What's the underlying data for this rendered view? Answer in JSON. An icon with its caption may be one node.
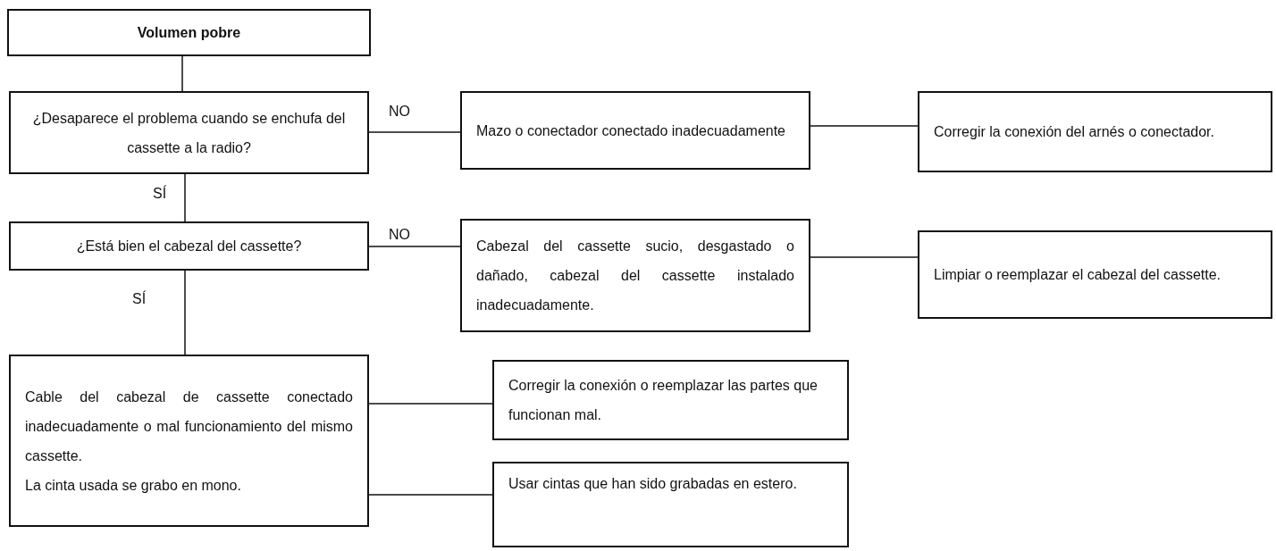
{
  "diagram": {
    "nodes": [
      {
        "text": [
          "Volumen pobre"
        ]
      },
      {
        "text": [
          "¿Desaparece el problema cuando se enchufa del cassette a la radio?"
        ]
      },
      {
        "text": [
          "Mazo o conectador conectado inadecuadamente"
        ]
      },
      {
        "text": [
          "Corregir la conexión del arnés o conectador."
        ]
      },
      {
        "text": [
          "¿Está bien el cabezal del cassette?"
        ]
      },
      {
        "text": [
          "Cabezal del cassette sucio, desgastado o dañado, cabezal del cassette instalado inadecuadamente."
        ]
      },
      {
        "text": [
          "Limpiar o reemplazar el cabezal del cassette."
        ]
      },
      {
        "text": [
          "Cable del cabezal de cassette conectado inadecuadamente o mal funcionamiento del mismo cassette.",
          "La cinta usada se grabo en mono."
        ]
      },
      {
        "text": [
          "Corregir la conexión o reemplazar las partes que funcionan mal."
        ]
      },
      {
        "text": [
          "Usar cintas que han sido grabadas en estero."
        ]
      }
    ],
    "edges": [
      {
        "from": 0,
        "to": 1,
        "arrow": "none"
      },
      {
        "from": 1,
        "to": 2,
        "arrow": "none",
        "label": "NO"
      },
      {
        "from": 2,
        "to": 3,
        "arrow": "none"
      },
      {
        "from": 1,
        "to": 4,
        "arrow": "none",
        "label": "SÍ"
      },
      {
        "from": 4,
        "to": 5,
        "arrow": "none",
        "label": "NO"
      },
      {
        "from": 5,
        "to": 6,
        "arrow": "none"
      },
      {
        "from": 4,
        "to": 7,
        "arrow": "none",
        "label": "SÍ"
      },
      {
        "from": 7,
        "to": 8,
        "arrow": "none"
      },
      {
        "from": 7,
        "to": 9,
        "arrow": "none"
      }
    ]
  }
}
